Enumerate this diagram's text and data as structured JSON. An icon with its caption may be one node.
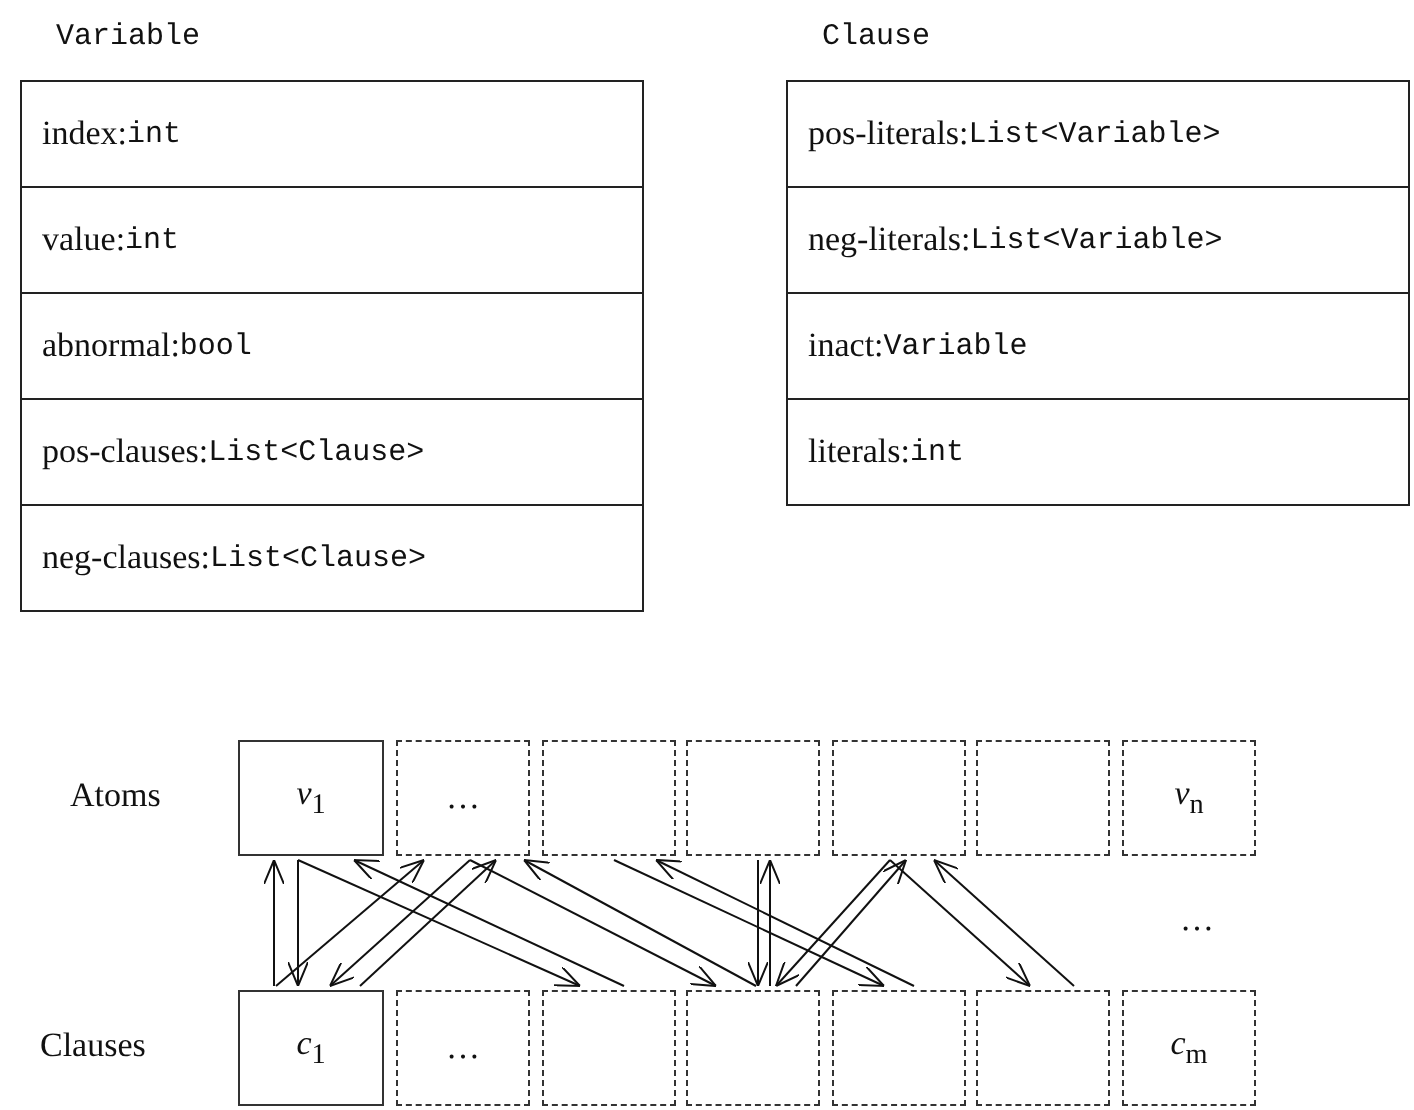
{
  "diagram": {
    "nodes": [
      {
        "text": [
          "Variable"
        ]
      },
      {
        "text": [
          "index:int"
        ],
        "in": 0
      },
      {
        "text": [
          "value:int"
        ],
        "in": 0
      },
      {
        "text": [
          "abnormal:bool"
        ],
        "in": 0
      },
      {
        "text": [
          "pos-clauses:List<Clause>"
        ],
        "in": 0
      },
      {
        "text": [
          "neg-clauses:List<Clause>"
        ],
        "in": 0
      },
      {
        "text": [
          "Clause"
        ]
      },
      {
        "text": [
          "pos-literals:List<Variable>"
        ],
        "in": 6
      },
      {
        "text": [
          "neg-literals:List<Variable>"
        ],
        "in": 6
      },
      {
        "text": [
          "inact:Variable"
        ],
        "in": 6
      },
      {
        "text": [
          "literals:int"
        ],
        "in": 6
      },
      {
        "text": [
          "*v*$_{1}$"
        ]
      },
      {
        "text": [
          "…"
        ]
      },
      {
        "text": [],
        "shape": "box"
      },
      {
        "text": [],
        "shape": "box"
      },
      {
        "text": [],
        "shape": "box"
      },
      {
        "text": [],
        "shape": "box"
      },
      {
        "text": [
          "*v*$_{n}$"
        ]
      },
      {
        "text": [
          "*c*$_{1}$"
        ]
      },
      {
        "text": [
          "…"
        ]
      },
      {
        "text": [],
        "shape": "box"
      },
      {
        "text": [],
        "shape": "box"
      },
      {
        "text": [],
        "shape": "box"
      },
      {
        "text": [],
        "shape": "box"
      },
      {
        "text": [
          "*c*$_{m}$"
        ]
      }
    ],
    "edges": [
      {
        "from": 18,
        "to": 11,
        "arrow": "to"
      },
      {
        "from": 11,
        "to": 18,
        "arrow": "to"
      },
      {
        "from": 11,
        "to": 20,
        "arrow": "to"
      },
      {
        "from": 18,
        "to": 12,
        "arrow": "to"
      },
      {
        "from": 20,
        "to": 11,
        "arrow": "to"
      },
      {
        "from": 12,
        "to": 18,
        "arrow": "to"
      },
      {
        "from": 18,
        "to": 12,
        "arrow": "to"
      },
      {
        "from": 12,
        "to": 21,
        "arrow": "to"
      },
      {
        "from": 21,
        "to": 12,
        "arrow": "to"
      },
      {
        "from": 13,
        "to": 22,
        "arrow": "to"
      },
      {
        "from": 22,
        "to": 13,
        "arrow": "to"
      },
      {
        "from": 14,
        "to": 21,
        "arrow": "to"
      },
      {
        "from": 21,
        "to": 14,
        "arrow": "to"
      },
      {
        "from": 15,
        "to": 21,
        "arrow": "to"
      },
      {
        "from": 21,
        "to": 15,
        "arrow": "to"
      },
      {
        "from": 15,
        "to": 23,
        "arrow": "to"
      },
      {
        "from": 23,
        "to": 15,
        "arrow": "to"
      }
    ],
    "labels": [
      "Atoms",
      "Clauses",
      "…"
    ]
  }
}
